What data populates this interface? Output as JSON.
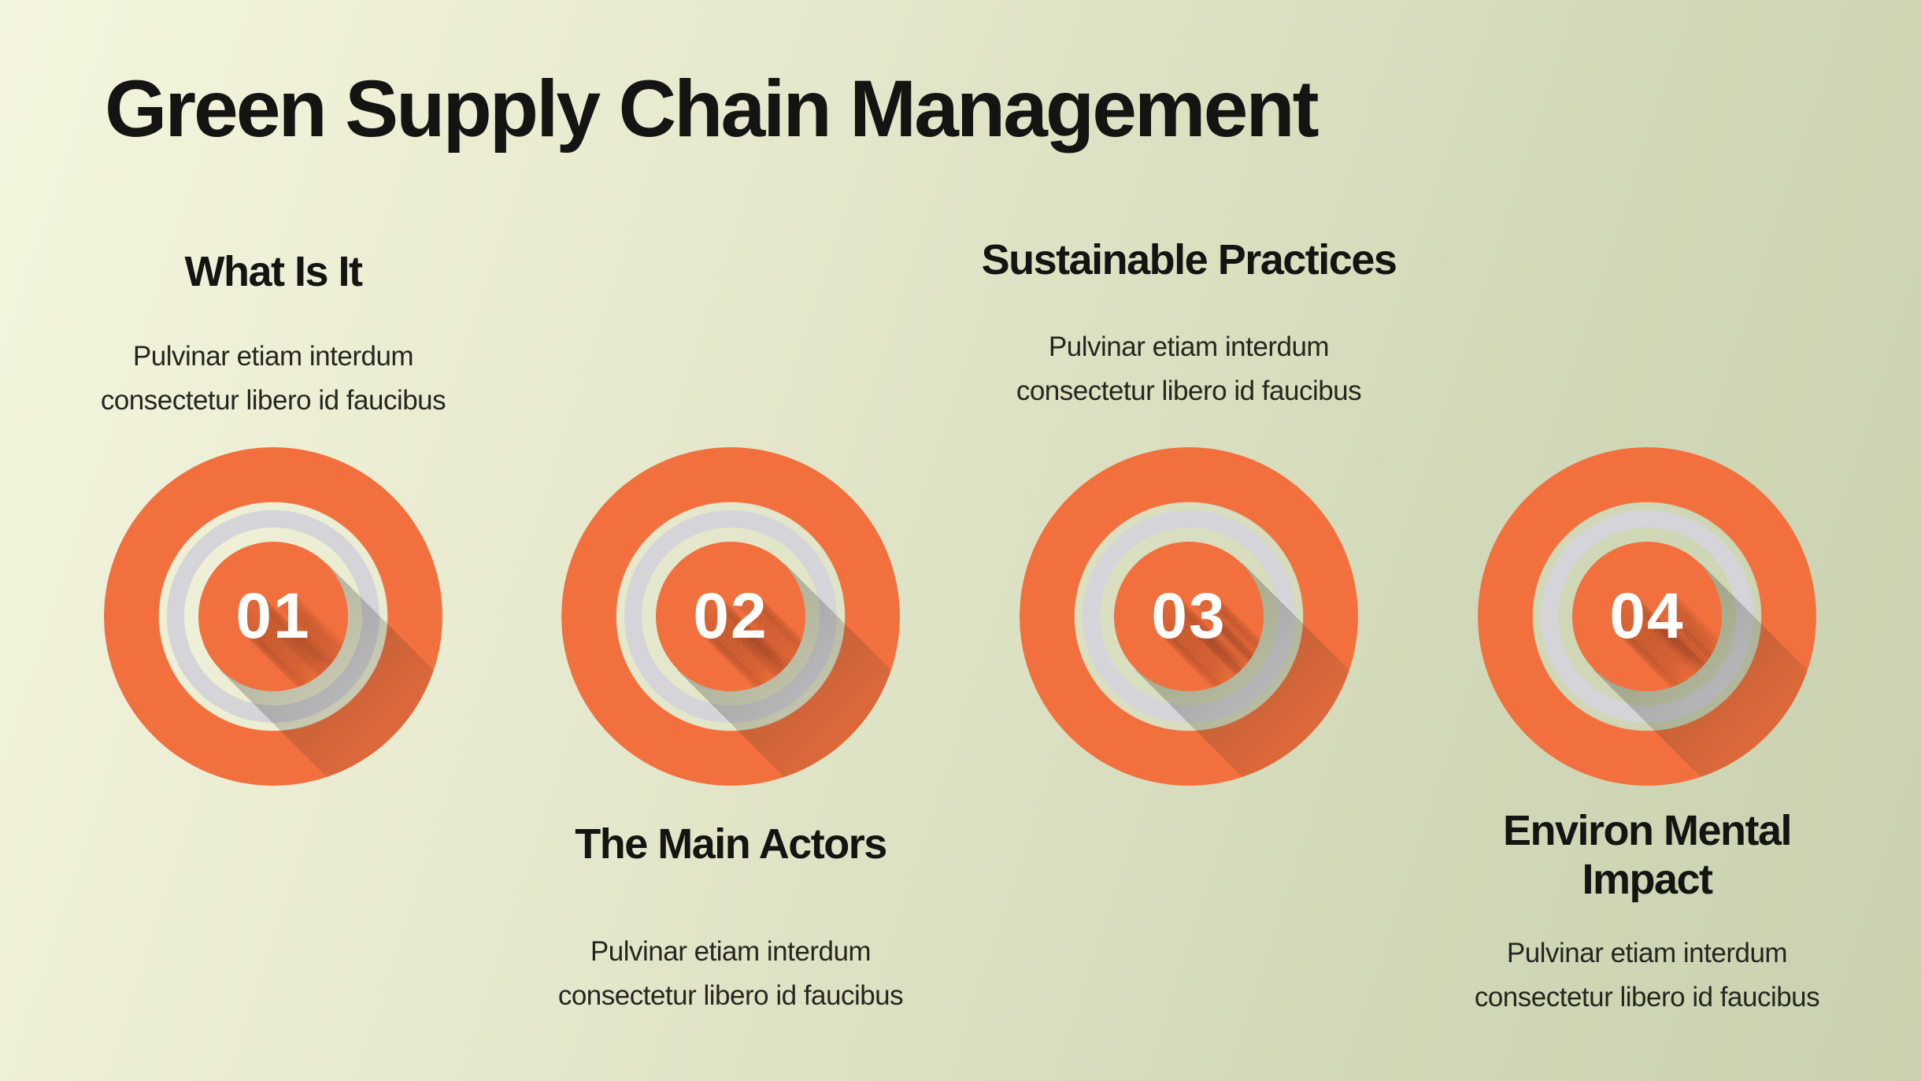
{
  "slide": {
    "title": "Green Supply Chain Management"
  },
  "colors": {
    "accent": "#F2703D",
    "ring": "#D5D4D8",
    "bg_from": "#F4F5DE",
    "bg_mid": "#E9EBD0",
    "bg_mid2": "#D2D9B8",
    "bg_to": "#CAD1B0",
    "heading_ink": "#141412",
    "body_ink": "#26261F",
    "number_text": "#FFFFFF"
  },
  "items": [
    {
      "number": "01",
      "title": "What Is It",
      "title_lines": [
        "What Is It"
      ],
      "desc_lines": [
        "Pulvinar etiam interdum",
        "consectetur libero id faucibus"
      ],
      "text_position": "top"
    },
    {
      "number": "02",
      "title": "The Main Actors",
      "title_lines": [
        "The Main Actors"
      ],
      "desc_lines": [
        "Pulvinar etiam interdum",
        "consectetur libero id faucibus"
      ],
      "text_position": "bottom"
    },
    {
      "number": "03",
      "title": "Sustainable Practices",
      "title_lines": [
        "Sustainable Practices"
      ],
      "desc_lines": [
        "Pulvinar etiam interdum",
        "consectetur libero id faucibus"
      ],
      "text_position": "top"
    },
    {
      "number": "04",
      "title": "Environ Mental Impact",
      "title_lines": [
        "Environ Mental",
        "Impact"
      ],
      "desc_lines": [
        "Pulvinar etiam interdum",
        "consectetur libero id faucibus"
      ],
      "text_position": "bottom"
    }
  ]
}
